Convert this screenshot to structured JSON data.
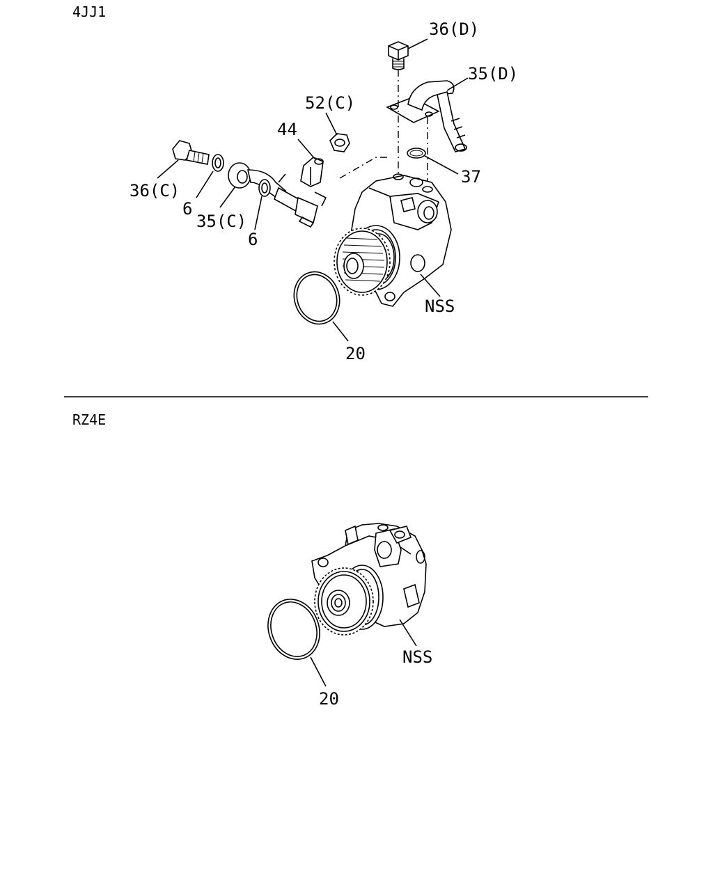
{
  "sections": [
    {
      "title": "4JJ1"
    },
    {
      "title": "RZ4E"
    }
  ],
  "callouts_4jj1": {
    "bolt_d": "36(D)",
    "pipe_d": "35(D)",
    "nut_c": "52(C)",
    "bracket": "44",
    "bolt_c": "36(C)",
    "washer_1": "6",
    "pipe_c": "35(C)",
    "washer_2": "6",
    "oring_37": "37",
    "pump_nss": "NSS",
    "oring_20": "20"
  },
  "callouts_rz4e": {
    "pump_nss": "NSS",
    "oring_20": "20"
  },
  "colors": {
    "line": "#000000",
    "background": "#ffffff"
  }
}
